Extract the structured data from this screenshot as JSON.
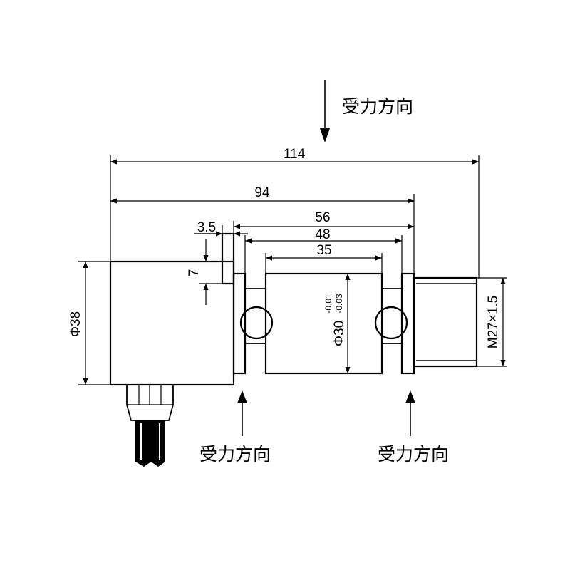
{
  "force_label": "受力方向",
  "dimensions": {
    "overall_length": "114",
    "body_length": "94",
    "outer_span": "56",
    "inner_span": "48",
    "center_length": "35",
    "flange_thickness": "3.5",
    "step_height": "7",
    "body_diameter": "Φ38",
    "shaft_diameter": "Φ30",
    "shaft_tol_upper": "-0.01",
    "shaft_tol_lower": "-0.03",
    "thread_spec": "M27×1.5"
  }
}
